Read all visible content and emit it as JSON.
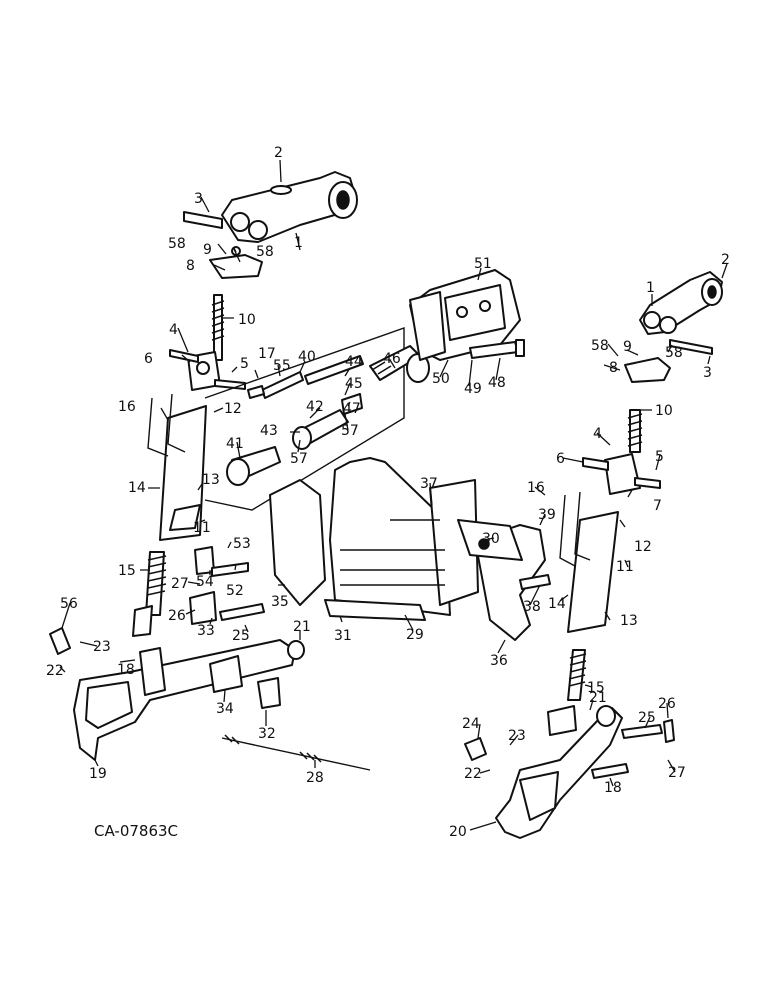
{
  "diagram": {
    "reference_code": "CA-07863C",
    "callouts": [
      {
        "id": "c-2a",
        "text": "2"
      },
      {
        "id": "c-3a",
        "text": "3"
      },
      {
        "id": "c-1a",
        "text": "1"
      },
      {
        "id": "c-58a",
        "text": "58"
      },
      {
        "id": "c-9a",
        "text": "9"
      },
      {
        "id": "c-58b",
        "text": "58"
      },
      {
        "id": "c-8a",
        "text": "8"
      },
      {
        "id": "c-10a",
        "text": "10"
      },
      {
        "id": "c-4a",
        "text": "4"
      },
      {
        "id": "c-6a",
        "text": "6"
      },
      {
        "id": "c-5a",
        "text": "5"
      },
      {
        "id": "c-17",
        "text": "17"
      },
      {
        "id": "c-55",
        "text": "55"
      },
      {
        "id": "c-40",
        "text": "40"
      },
      {
        "id": "c-44",
        "text": "44"
      },
      {
        "id": "c-46",
        "text": "46"
      },
      {
        "id": "c-45",
        "text": "45"
      },
      {
        "id": "c-42",
        "text": "42"
      },
      {
        "id": "c-47",
        "text": "47"
      },
      {
        "id": "c-43",
        "text": "43"
      },
      {
        "id": "c-57a",
        "text": "57"
      },
      {
        "id": "c-57b",
        "text": "57"
      },
      {
        "id": "c-16a",
        "text": "16"
      },
      {
        "id": "c-12a",
        "text": "12"
      },
      {
        "id": "c-41",
        "text": "41"
      },
      {
        "id": "c-13a",
        "text": "13"
      },
      {
        "id": "c-14a",
        "text": "14"
      },
      {
        "id": "c-11a",
        "text": "11"
      },
      {
        "id": "c-15a",
        "text": "15"
      },
      {
        "id": "c-51",
        "text": "51"
      },
      {
        "id": "c-50",
        "text": "50"
      },
      {
        "id": "c-49",
        "text": "49"
      },
      {
        "id": "c-48",
        "text": "48"
      },
      {
        "id": "c-37",
        "text": "37"
      },
      {
        "id": "c-39",
        "text": "39"
      },
      {
        "id": "c-30",
        "text": "30"
      },
      {
        "id": "c-53",
        "text": "53"
      },
      {
        "id": "c-54",
        "text": "54"
      },
      {
        "id": "c-52",
        "text": "52"
      },
      {
        "id": "c-27a",
        "text": "27"
      },
      {
        "id": "c-26a",
        "text": "26"
      },
      {
        "id": "c-33",
        "text": "33"
      },
      {
        "id": "c-25a",
        "text": "25"
      },
      {
        "id": "c-21a",
        "text": "21"
      },
      {
        "id": "c-35",
        "text": "35"
      },
      {
        "id": "c-31",
        "text": "31"
      },
      {
        "id": "c-29",
        "text": "29"
      },
      {
        "id": "c-38",
        "text": "38"
      },
      {
        "id": "c-36",
        "text": "36"
      },
      {
        "id": "c-56",
        "text": "56"
      },
      {
        "id": "c-23a",
        "text": "23"
      },
      {
        "id": "c-22a",
        "text": "22"
      },
      {
        "id": "c-18a",
        "text": "18"
      },
      {
        "id": "c-34",
        "text": "34"
      },
      {
        "id": "c-32",
        "text": "32"
      },
      {
        "id": "c-19",
        "text": "19"
      },
      {
        "id": "c-28",
        "text": "28"
      },
      {
        "id": "c-2b",
        "text": "2"
      },
      {
        "id": "c-1b",
        "text": "1"
      },
      {
        "id": "c-58c",
        "text": "58"
      },
      {
        "id": "c-9b",
        "text": "9"
      },
      {
        "id": "c-58d",
        "text": "58"
      },
      {
        "id": "c-8b",
        "text": "8"
      },
      {
        "id": "c-3b",
        "text": "3"
      },
      {
        "id": "c-10b",
        "text": "10"
      },
      {
        "id": "c-4b",
        "text": "4"
      },
      {
        "id": "c-6b",
        "text": "6"
      },
      {
        "id": "c-5b",
        "text": "5"
      },
      {
        "id": "c-7",
        "text": "7"
      },
      {
        "id": "c-16b",
        "text": "16"
      },
      {
        "id": "c-12b",
        "text": "12"
      },
      {
        "id": "c-11b",
        "text": "11"
      },
      {
        "id": "c-14b",
        "text": "14"
      },
      {
        "id": "c-13b",
        "text": "13"
      },
      {
        "id": "c-15b",
        "text": "15"
      },
      {
        "id": "c-21b",
        "text": "21"
      },
      {
        "id": "c-26b",
        "text": "26"
      },
      {
        "id": "c-24",
        "text": "24"
      },
      {
        "id": "c-23b",
        "text": "23"
      },
      {
        "id": "c-25b",
        "text": "25"
      },
      {
        "id": "c-22b",
        "text": "22"
      },
      {
        "id": "c-27b",
        "text": "27"
      },
      {
        "id": "c-18b",
        "text": "18"
      },
      {
        "id": "c-20",
        "text": "20"
      }
    ]
  }
}
